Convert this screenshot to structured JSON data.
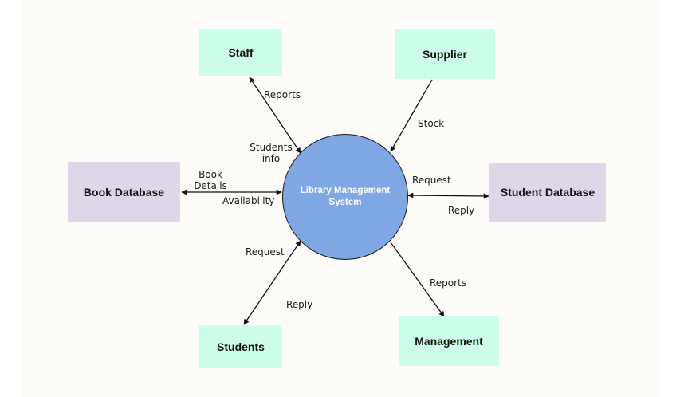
{
  "nodes": {
    "staff": "Staff",
    "supplier": "Supplier",
    "book_database": "Book Database",
    "student_database": "Student Database",
    "students": "Students",
    "management": "Management",
    "process_line1": "Library Management",
    "process_line2": "System"
  },
  "flows": {
    "staff_reports": "Reports",
    "staff_students_info_line1": "Students",
    "staff_students_info_line2": "info",
    "supplier_stock": "Stock",
    "book_details_line1": "Book",
    "book_details_line2": "Details",
    "book_availability": "Availability",
    "student_db_request": "Request",
    "student_db_reply": "Reply",
    "students_request": "Request",
    "students_reply": "Reply",
    "management_reports": "Reports"
  },
  "colors": {
    "entity_fill": "#ccfde6",
    "store_fill": "#e0d6ea",
    "process_fill": "#7ea7e3",
    "arrow": "#111111"
  }
}
